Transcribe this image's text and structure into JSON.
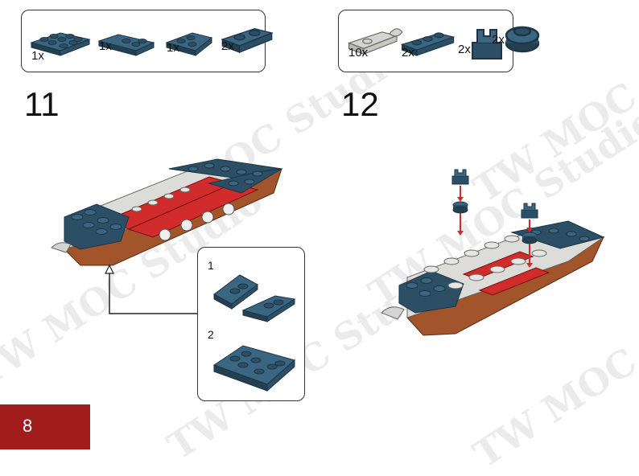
{
  "watermark": {
    "text": "TW MOC Studio"
  },
  "step11": {
    "number": "11",
    "parts": [
      {
        "icon": "dark-blue-plate-2x4-icon",
        "qty": "1x"
      },
      {
        "icon": "dark-blue-wedge-plate-left-icon",
        "qty": "1x"
      },
      {
        "icon": "dark-blue-wedge-plate-right-icon",
        "qty": "1x"
      },
      {
        "icon": "dark-blue-plate-1x2-icon",
        "qty": "2x"
      }
    ],
    "subassembly": {
      "sub1": "1",
      "sub2": "2"
    }
  },
  "step12": {
    "number": "12",
    "parts": [
      {
        "icon": "light-gray-clip-plate-icon",
        "qty": "10x"
      },
      {
        "icon": "dark-blue-plate-1x3-icon",
        "qty": "2x"
      },
      {
        "icon": "dark-blue-clip-icon",
        "qty": "2x"
      },
      {
        "icon": "dark-blue-round-plate-icon",
        "qty": "2x"
      }
    ]
  },
  "page": {
    "number": "8"
  },
  "colors": {
    "dark_blue": "#2c4f66",
    "red": "#d22b2b",
    "light_gray": "#d4d4d0",
    "brown": "#a2542a",
    "page_tab": "#a11d1d"
  }
}
